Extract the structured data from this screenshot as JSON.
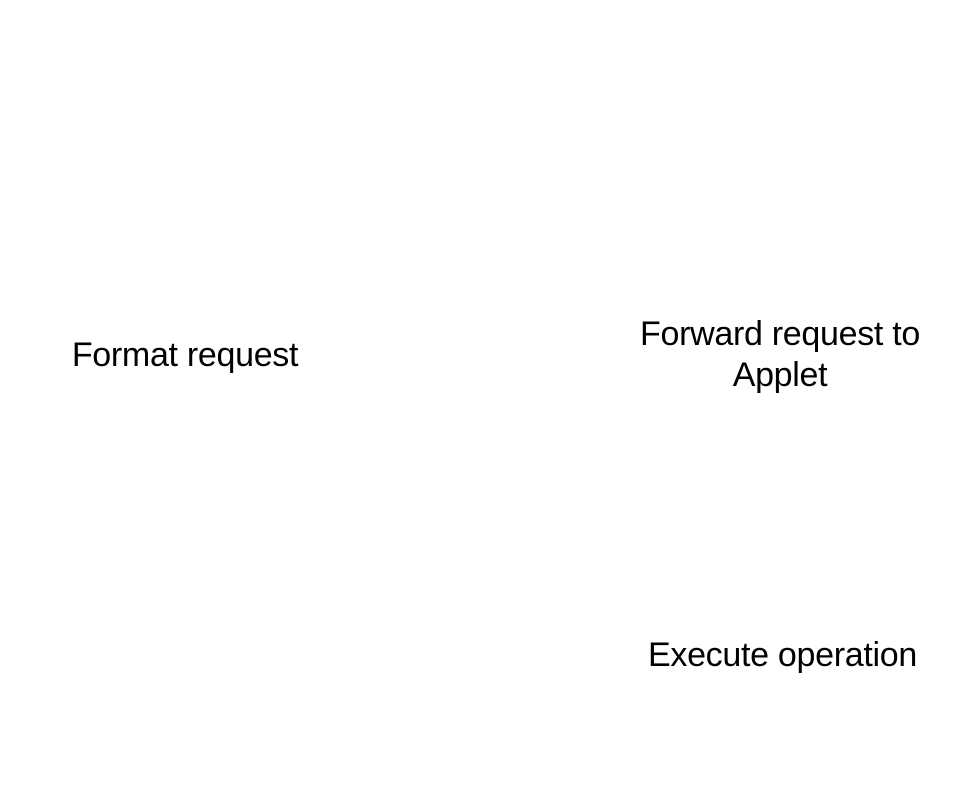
{
  "diagram": {
    "nodes": [
      {
        "id": "format",
        "label": "Format request"
      },
      {
        "id": "forward",
        "label": "Forward request to Applet"
      },
      {
        "id": "execute",
        "label": "Execute operation"
      }
    ]
  }
}
